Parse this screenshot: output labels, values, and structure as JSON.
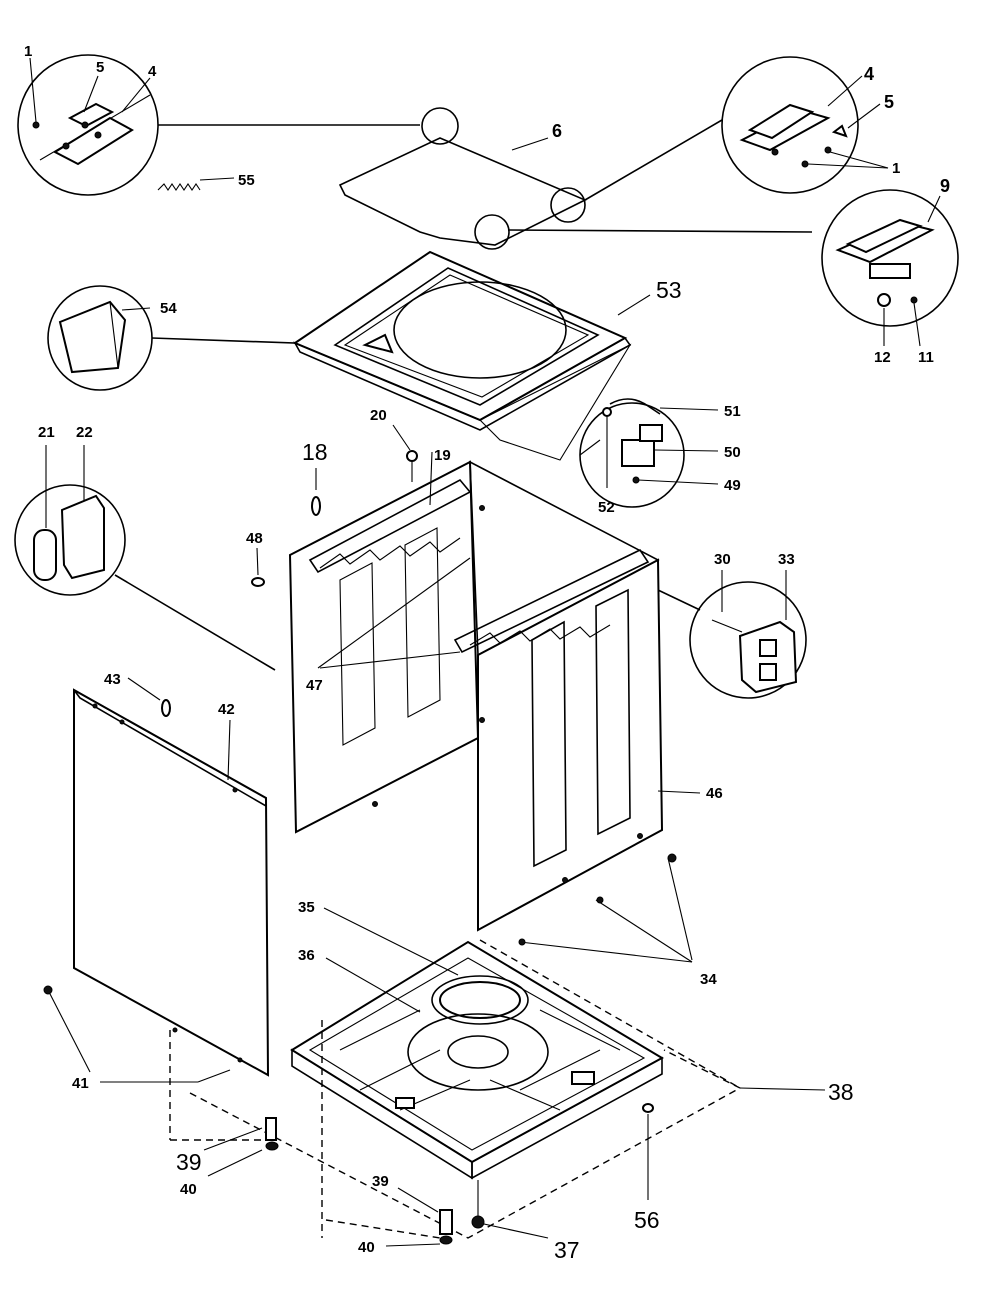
{
  "labels": {
    "l1a": "1",
    "l5a": "5",
    "l4a": "4",
    "l55": "55",
    "l6": "6",
    "l4b": "4",
    "l5b": "5",
    "l1b": "1",
    "l9": "9",
    "l12": "12",
    "l11": "11",
    "l53": "53",
    "l54": "54",
    "l51": "51",
    "l50": "50",
    "l49": "49",
    "l52": "52",
    "l20": "20",
    "l18": "18",
    "l19": "19",
    "l21": "21",
    "l22": "22",
    "l48": "48",
    "l30": "30",
    "l33": "33",
    "l47": "47",
    "l43": "43",
    "l42": "42",
    "l46": "46",
    "l35": "35",
    "l36": "36",
    "l34": "34",
    "l38": "38",
    "l41": "41",
    "l39a": "39",
    "l40a": "40",
    "l39b": "39",
    "l56": "56",
    "l40b": "40",
    "l37": "37"
  }
}
